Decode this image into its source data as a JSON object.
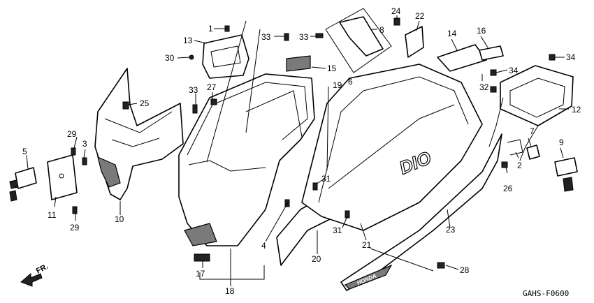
{
  "diagram_code": "GAHS-F0600",
  "direction_label": "FR.",
  "model_logo": "DIO",
  "brand_name": "HONDA",
  "callouts": {
    "c1": "1",
    "c2": "2",
    "c3": "3",
    "c4": "4",
    "c5": "5",
    "c6": "6",
    "c7": "7",
    "c8": "8",
    "c9": "9",
    "c10": "10",
    "c11": "11",
    "c12": "12",
    "c13": "13",
    "c14": "14",
    "c15": "15",
    "c16": "16",
    "c17": "17",
    "c18": "18",
    "c19": "19",
    "c20": "20",
    "c21": "21",
    "c22": "22",
    "c23": "23",
    "c24": "24",
    "c25": "25",
    "c26": "26",
    "c27": "27",
    "c28": "28",
    "c29a": "29",
    "c29b": "29",
    "c30": "30",
    "c31a": "31",
    "c31b": "31",
    "c32": "32",
    "c33a": "33",
    "c33b": "33",
    "c33c": "33",
    "c34a": "34",
    "c34b": "34"
  }
}
